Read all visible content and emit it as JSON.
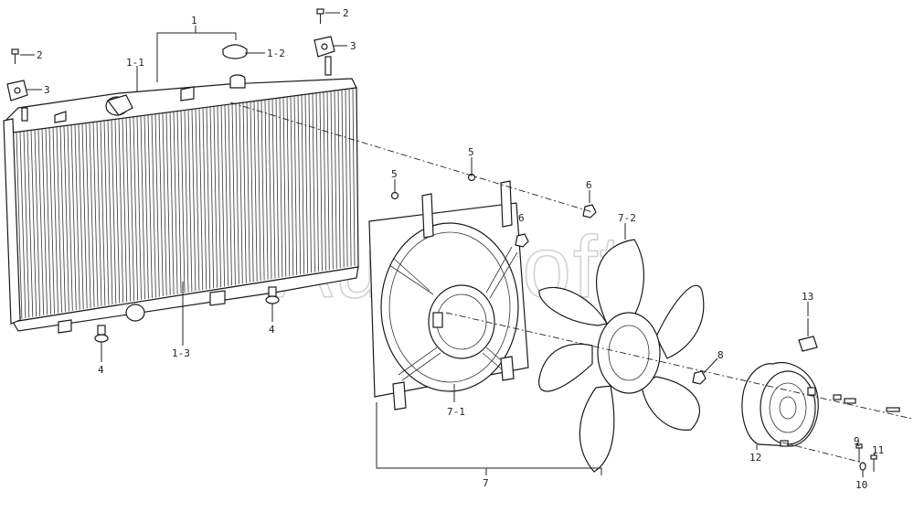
{
  "watermark": "AutoSoft",
  "labels": {
    "l1": "1",
    "l1_1": "1-1",
    "l1_2": "1-2",
    "l1_3": "1-3",
    "l2a": "2",
    "l2b": "2",
    "l3a": "3",
    "l3b": "3",
    "l4a": "4",
    "l4b": "4",
    "l5a": "5",
    "l5b": "5",
    "l6a": "6",
    "l6b": "6",
    "l7": "7",
    "l7_1": "7-1",
    "l7_2": "7-2",
    "l8": "8",
    "l9": "9",
    "l10": "10",
    "l11": "11",
    "l12": "12",
    "l13": "13"
  }
}
